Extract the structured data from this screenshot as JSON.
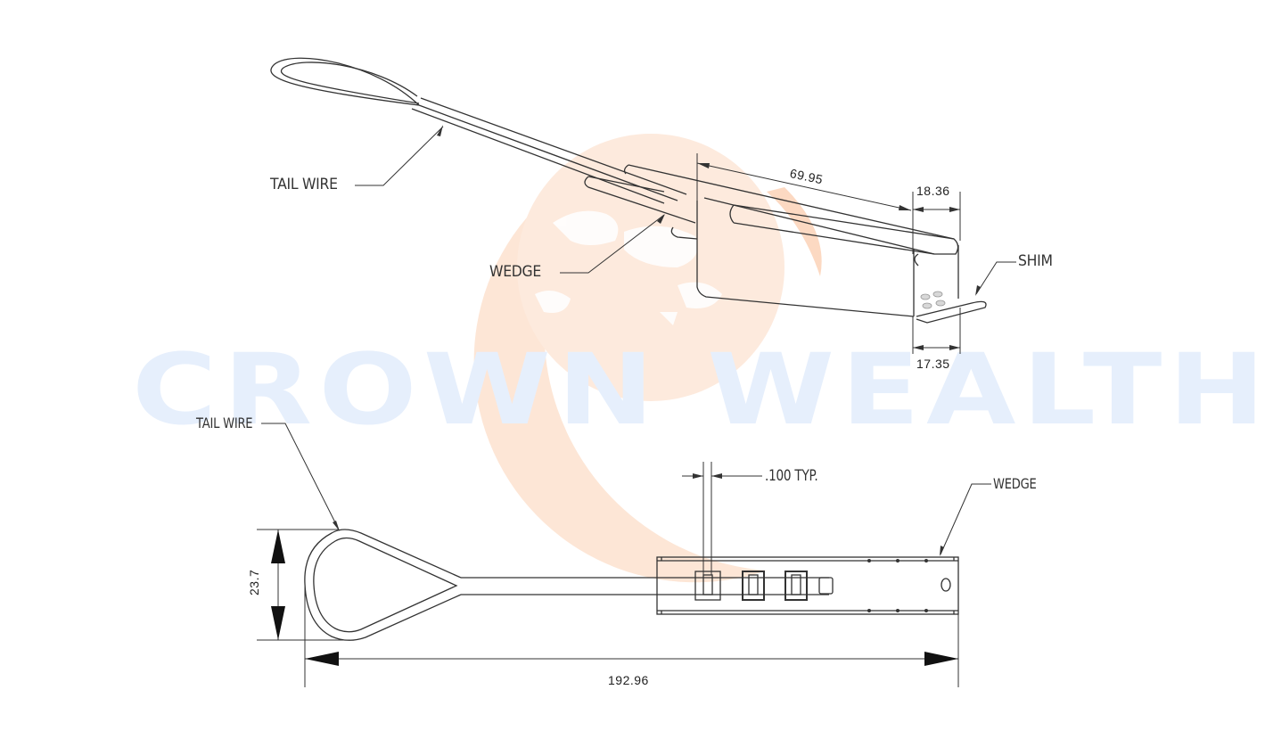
{
  "watermark": {
    "text": "CROWN WEALTH",
    "text_color": "#e6effc",
    "globe_color": "#fde6d6"
  },
  "isometric_view": {
    "labels": {
      "tail_wire": "TAIL WIRE",
      "wedge": "WEDGE",
      "shim": "SHIM"
    },
    "dimensions": {
      "length": "69.95",
      "top_width": "18.36",
      "bottom_width": "17.35"
    }
  },
  "top_view": {
    "labels": {
      "tail_wire": "TAIL WIRE",
      "wedge": "WEDGE",
      "spacing_note": ".100 TYP."
    },
    "dimensions": {
      "loop_height": "23.7",
      "overall_length": "192.96"
    }
  },
  "colors": {
    "line": "#333333",
    "background": "#ffffff"
  }
}
